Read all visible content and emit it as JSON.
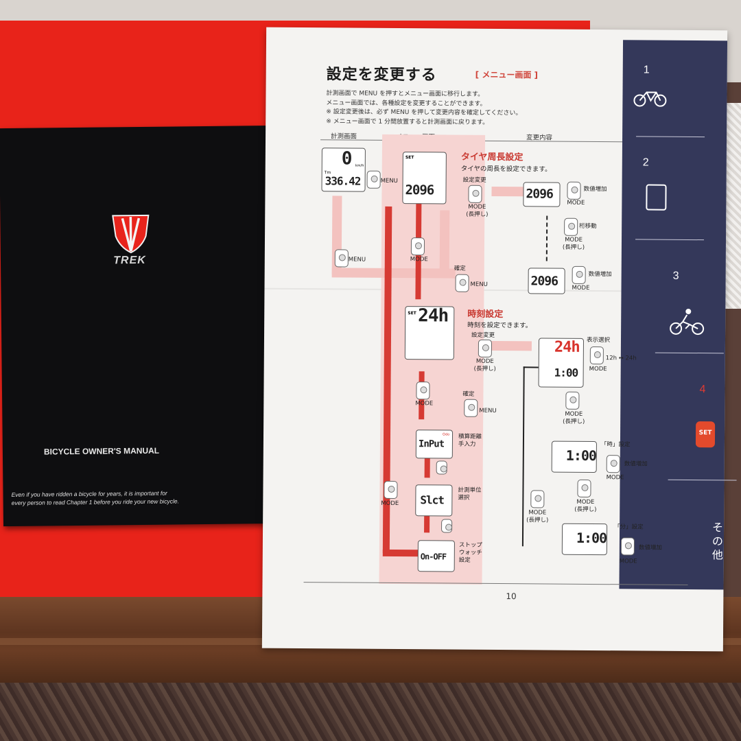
{
  "manual": {
    "brand": "TREK",
    "title": "BICYCLE OWNER'S MANUAL",
    "note": "Even if you have ridden a bicycle for years, it is important for\nevery person to read Chapter 1 before you ride your new bicycle."
  },
  "sheet": {
    "heading": "設定を変更する",
    "heading_tag": "[ メニュー画面 ]",
    "intro": "計測画面で MENU を押すとメニュー画面に移行します。\nメニュー画面では、各種設定を変更することができます。\n※ 設定変更後は、必ず MENU を押して変更内容を確定してください。\n※ メニュー画面で 1 分間放置すると計測画面に戻ります。",
    "columns": [
      "計測画面",
      "メニュー画面",
      "変更内容"
    ],
    "measure_screen": {
      "top": "0",
      "unit": "km/h",
      "bottom": "336.42",
      "tm": "Tm"
    },
    "tire": {
      "title": "タイヤ周長設定",
      "desc": "タイヤの周長を設定できます。",
      "set": "SET",
      "value": "2096",
      "change": "設定変更",
      "mode_long": "MODE\n(長押し)",
      "increase": "数値増加",
      "digit_move": "桁移動",
      "confirm": "確定",
      "menu": "MENU",
      "mode": "MODE"
    },
    "clock": {
      "title": "時刻設定",
      "desc": "時刻を設定できます。",
      "set": "SET",
      "value": "24h",
      "change": "設定変更",
      "mode_long": "MODE\n(長押し)",
      "display_select": "表示選択",
      "toggle": "12h ↔ 24h",
      "hour_setting": "「時」設定",
      "minute_setting": "「分」設定",
      "increase": "数値増加",
      "time_value": "1:00",
      "confirm": "確定",
      "menu": "MENU",
      "mode": "MODE"
    },
    "odo": {
      "label": "積算距離\n手入力",
      "display": "InPut",
      "tag": "Odo"
    },
    "unit": {
      "label": "計測単位\n選択",
      "display": "Slct"
    },
    "stopwatch": {
      "label": "ストップ\nウォッチ\n設定",
      "display": "On-OFF"
    },
    "page_number": "10"
  },
  "tabs": {
    "items": [
      {
        "number": "1",
        "icon": "road-bike-icon"
      },
      {
        "number": "2",
        "icon": "computer-unit-icon"
      },
      {
        "number": "3",
        "icon": "cyclist-icon"
      },
      {
        "number": "4",
        "icon": "set-button-icon",
        "icon_label": "SET"
      }
    ],
    "side_text": "その他",
    "accent": "#e03a32",
    "background": "#34385a"
  },
  "colors": {
    "felt": "#e8231a",
    "accent_red": "#d63a33",
    "pink": "#f6d4d2"
  }
}
